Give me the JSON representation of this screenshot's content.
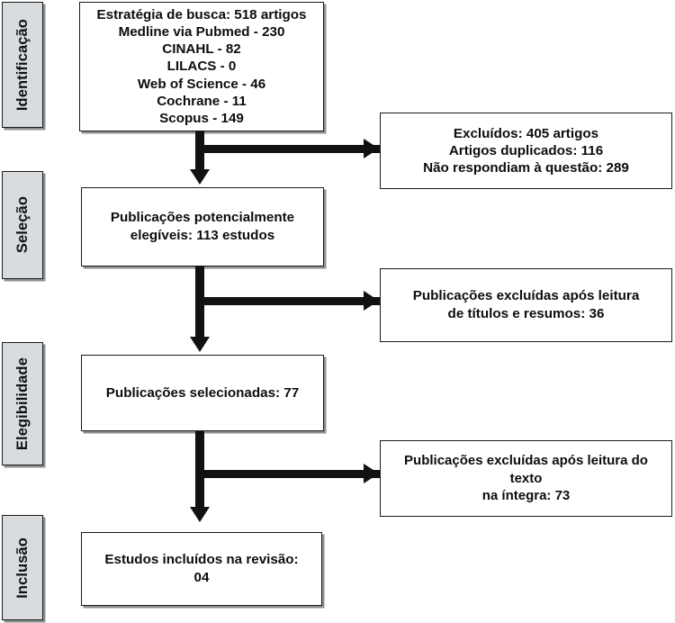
{
  "diagram": {
    "type": "prisma-flow-diagram",
    "language": "pt-BR",
    "colors": {
      "stage_fill": "#d9dcdf",
      "border": "#1a1a1a",
      "shadow": "#8e9194",
      "box_fill": "#ffffff",
      "text": "#0d0d0d",
      "arrow": "#111111"
    }
  },
  "stages": [
    {
      "label": "Identificação"
    },
    {
      "label": "Seleção"
    },
    {
      "label": "Elegibilidade"
    },
    {
      "label": "Inclusão"
    }
  ],
  "main_boxes": [
    {
      "id": "identification-box",
      "text": "Estratégia de busca: 518 artigos\nMedline via Pubmed - 230\nCINAHL - 82\nLILACS - 0\nWeb of Science - 46\nCochrane - 11\nScopus - 149"
    },
    {
      "id": "screening-box",
      "text": "Publicações potencialmente\nelegíveis: 113 estudos"
    },
    {
      "id": "eligibility-box",
      "text": "Publicações selecionadas: 77"
    },
    {
      "id": "inclusion-box",
      "text": "Estudos incluídos na revisão:\n04"
    }
  ],
  "excluded_boxes": [
    {
      "id": "excluded-identification",
      "text": "Excluídos: 405 artigos\nArtigos duplicados: 116\nNão respondiam à questão: 289"
    },
    {
      "id": "excluded-screening",
      "text": "Publicações excluídas após leitura\nde títulos e resumos: 36"
    },
    {
      "id": "excluded-eligibility",
      "text": "Publicações excluídas após leitura do texto\nna íntegra: 73"
    }
  ],
  "counts": {
    "search_strategy_total": 518,
    "medline_via_pubmed": 230,
    "cinahl": 82,
    "lilacs": 0,
    "web_of_science": 46,
    "cochrane": 11,
    "scopus": 149,
    "excluded_total": 405,
    "duplicated_articles": 116,
    "not_answering_question": 289,
    "potentially_eligible": 113,
    "excluded_title_abstract": 36,
    "selected_publications": 77,
    "excluded_full_text": 73,
    "included_studies": "04"
  }
}
